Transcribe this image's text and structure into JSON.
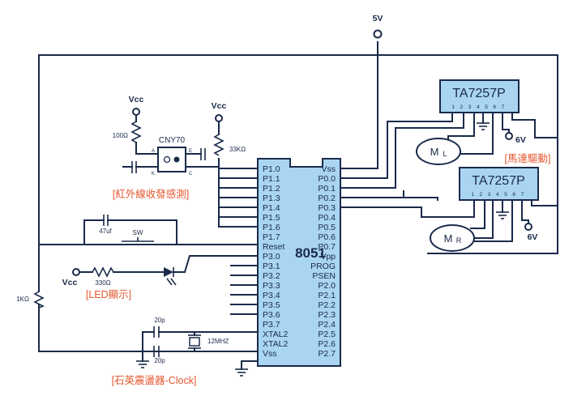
{
  "supply": {
    "v5": "5V",
    "v6_top": "6V",
    "v6_bottom": "6V"
  },
  "mcu": {
    "name": "8051",
    "left_pins": [
      "P1.0",
      "P1.1",
      "P1.2",
      "P1.3",
      "P1.4",
      "P1.5",
      "P1.6",
      "P1.7",
      "Reset",
      "P3.0",
      "P3.1",
      "P3.2",
      "P3.3",
      "P3.4",
      "P3.5",
      "P3.6",
      "P3.7",
      "XTAL2",
      "XTAL2",
      "Vss"
    ],
    "right_pins": [
      "Vss",
      "P0.0",
      "P0.1",
      "P0.2",
      "P0.3",
      "P0.4",
      "P0.5",
      "P0.6",
      "P0.7",
      "Vpp",
      "PROG",
      "PSEN",
      "P2.0",
      "P2.1",
      "P2.2",
      "P2.3",
      "P2.4",
      "P2.5",
      "P2.6",
      "P2.7"
    ]
  },
  "drivers": [
    {
      "name": "TA7257P",
      "pins": "1 2 3 4 5 6 7",
      "motor_main": "M",
      "motor_sub": "L"
    },
    {
      "name": "TA7257P",
      "pins": "1 2 3 4 5 6 7",
      "motor_main": "M",
      "motor_sub": "R"
    }
  ],
  "ir_sensor": {
    "vcc1": "Vcc",
    "vcc2": "Vcc",
    "r1": "100Ω",
    "r2": "33KΩ",
    "chip": "CNY70",
    "pin_a": "A",
    "pin_e": "E",
    "pin_k": "K",
    "pin_c": "C"
  },
  "reset": {
    "cap": "47uf",
    "switch": "SW",
    "res": "1KΩ"
  },
  "led": {
    "vcc": "Vcc",
    "res": "330Ω"
  },
  "clock": {
    "c1": "20p",
    "c2": "20p",
    "xtal": "12MHZ"
  },
  "captions": {
    "ir": "[紅外線收發感測]",
    "motor": "[馬達驅動]",
    "led": "[LED顯示]",
    "clock": "[石英震盪器-Clock]"
  }
}
